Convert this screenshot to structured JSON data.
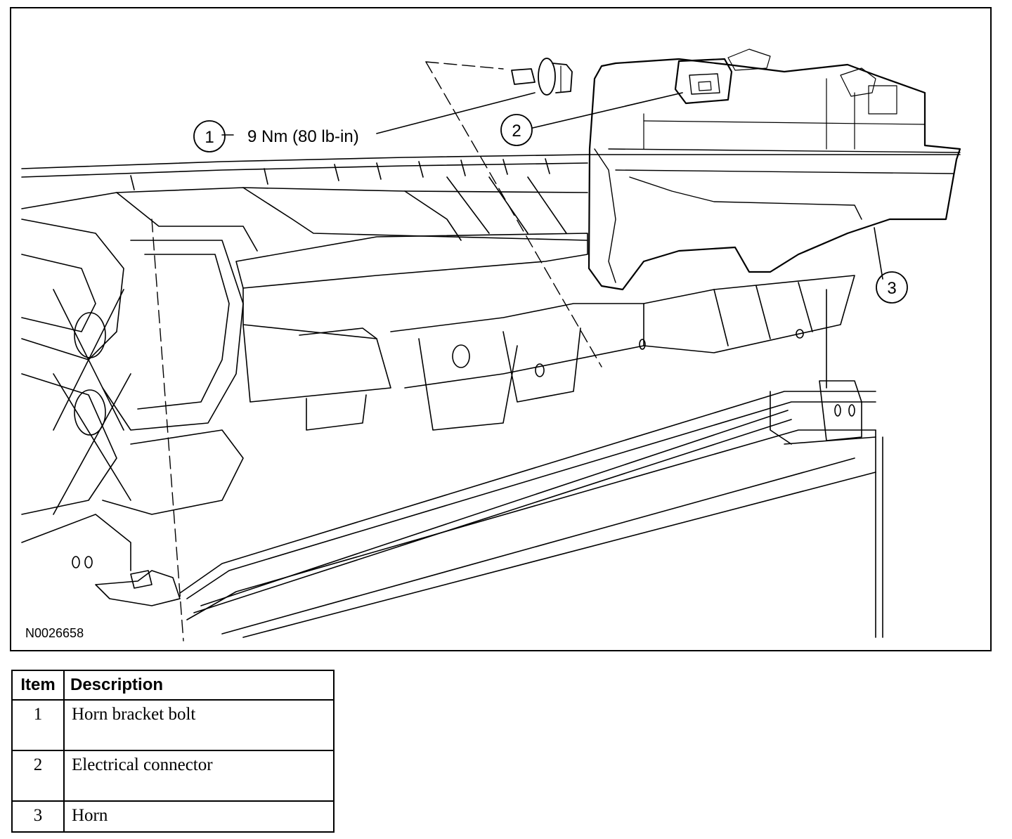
{
  "figure": {
    "torque_label": "9 Nm (80 lb-in)",
    "figure_id": "N0026658",
    "callouts": [
      {
        "number": "1",
        "target": "Horn bracket bolt"
      },
      {
        "number": "2",
        "target": "Electrical connector"
      },
      {
        "number": "3",
        "target": "Horn"
      }
    ]
  },
  "legend": {
    "headers": {
      "item": "Item",
      "description": "Description"
    },
    "rows": [
      {
        "item": "1",
        "description": "Horn bracket bolt"
      },
      {
        "item": "2",
        "description": "Electrical connector"
      },
      {
        "item": "3",
        "description": "Horn"
      }
    ]
  }
}
